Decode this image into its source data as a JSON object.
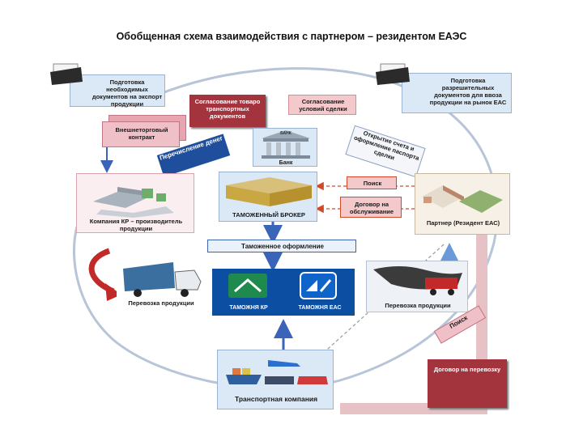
{
  "title": "Обобщенная схема взаимодействия с партнером – резидентом ЕАЭС",
  "nodes": {
    "prep_export_docs": "Подготовка необходимых документов на экспорт продукции",
    "agree_transport_docs": "Согласование товаро транспортных документов",
    "agree_terms": "Согласование условий сделки",
    "prep_import_docs": "Подготовка разрешительных документов для ввоза продукции на рынок ЕАС",
    "foreign_trade_contract": "Внешнеторговый контракт",
    "bank": "Банк",
    "bank_sign": "БАНК",
    "transfer_money": "Перечисление денег",
    "open_account": "Открытие счета и оформление паспорта сделки",
    "company_kr": "Компания КР – производитель продукции",
    "customs_broker": "ТАМОЖЕННЫЙ БРОКЕР",
    "search": "Поиск",
    "service_contract": "Договор на обслуживание",
    "partner": "Партнер (Резидент ЕАС)",
    "customs_clearance": "Таможенное оформление",
    "shipment_left": "Перевозка продукции",
    "customs_kr": "ТАМОЖНЯ КР",
    "customs_eas": "ТАМОЖНЯ ЕАС",
    "shipment_right": "Перевозка продукции",
    "search_bottom": "Поиск",
    "transport_contract": "Договор на перевозку",
    "transport_company": "Транспортная компания"
  },
  "colors": {
    "blue_panel": "#dbe8f5",
    "pink_panel": "#f3c9cc",
    "maroon": "#a3333d",
    "navy": "#1f4e9c",
    "customs_blue": "#0b4ea2"
  }
}
